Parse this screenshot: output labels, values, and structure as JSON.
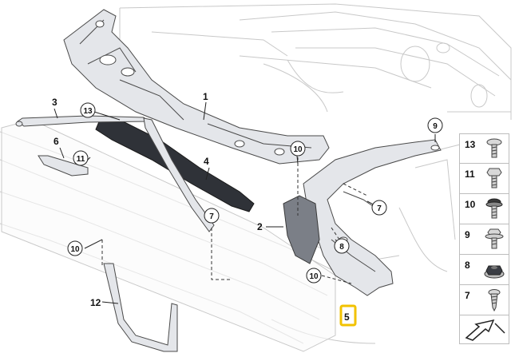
{
  "callouts": {
    "c1": "1",
    "c2": "2",
    "c3": "3",
    "c4": "4",
    "c5": "5",
    "c6": "6",
    "c7a": "7",
    "c7b": "7",
    "c8": "8",
    "c9": "9",
    "c10a": "10",
    "c10b": "10",
    "c10c": "10",
    "c11": "11",
    "c12": "12",
    "c13": "13"
  },
  "legend": {
    "items": [
      {
        "num": "13",
        "icon": "torx-bolt-icon"
      },
      {
        "num": "11",
        "icon": "hex-bolt-icon"
      },
      {
        "num": "10",
        "icon": "flange-bolt-icon"
      },
      {
        "num": "9",
        "icon": "hex-flange-bolt-icon"
      },
      {
        "num": "8",
        "icon": "hex-nut-icon"
      },
      {
        "num": "7",
        "icon": "screw-icon"
      }
    ],
    "footer_icon": "direction-arrow-icon"
  },
  "colors": {
    "highlight": "#f2c200",
    "part_fill": "#e4e6ea",
    "part_stroke": "#4a4a4a",
    "ghost_stroke": "#c4c4c4",
    "dark_part": "#2f3238"
  }
}
